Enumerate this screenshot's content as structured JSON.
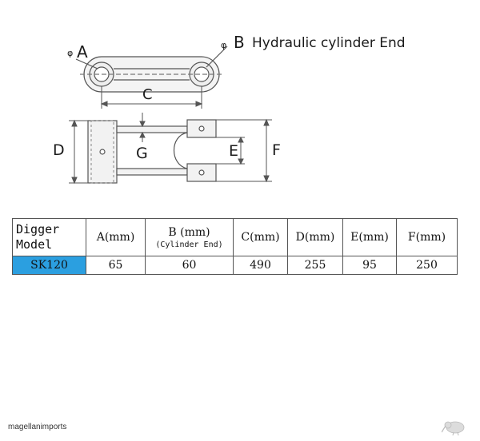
{
  "diagram": {
    "label_a": "A",
    "label_b": "B",
    "label_b_text": "Hydraulic cylinder End",
    "label_c": "C",
    "label_d": "D",
    "label_e": "E",
    "label_f": "F",
    "label_g": "G",
    "phi_symbol": "φ"
  },
  "table": {
    "header_model_line1": "Digger",
    "header_model_line2": "Model",
    "header_a": "A(mm)",
    "header_b_line1": "B (mm)",
    "header_b_line2": "(Cylinder End)",
    "header_c": "C(mm)",
    "header_d": "D(mm)",
    "header_e": "E(mm)",
    "header_f": "F(mm)",
    "row": {
      "model": "SK120",
      "a": "65",
      "b": "60",
      "c": "490",
      "d": "255",
      "e": "95",
      "f": "250"
    }
  },
  "footer": {
    "brand": "magellanimports"
  },
  "colors": {
    "model_cell_bg": "#2b9fe0"
  }
}
